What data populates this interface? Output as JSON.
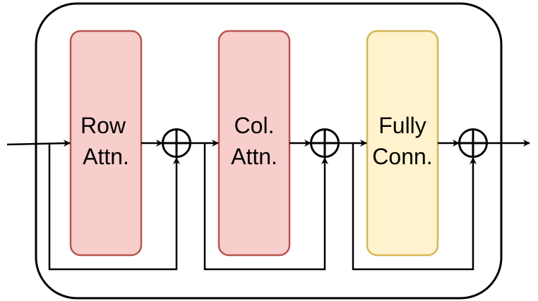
{
  "blocks": [
    {
      "line1": "Row",
      "line2": "Attn.",
      "fill": "#f8cecc",
      "stroke": "#b85450"
    },
    {
      "line1": "Col.",
      "line2": "Attn.",
      "fill": "#f8cecc",
      "stroke": "#b85450"
    },
    {
      "line1": "Fully",
      "line2": "Conn.",
      "fill": "#fff2cc",
      "stroke": "#d6b656"
    }
  ],
  "colors": {
    "line": "#000000",
    "background": "#ffffff"
  }
}
